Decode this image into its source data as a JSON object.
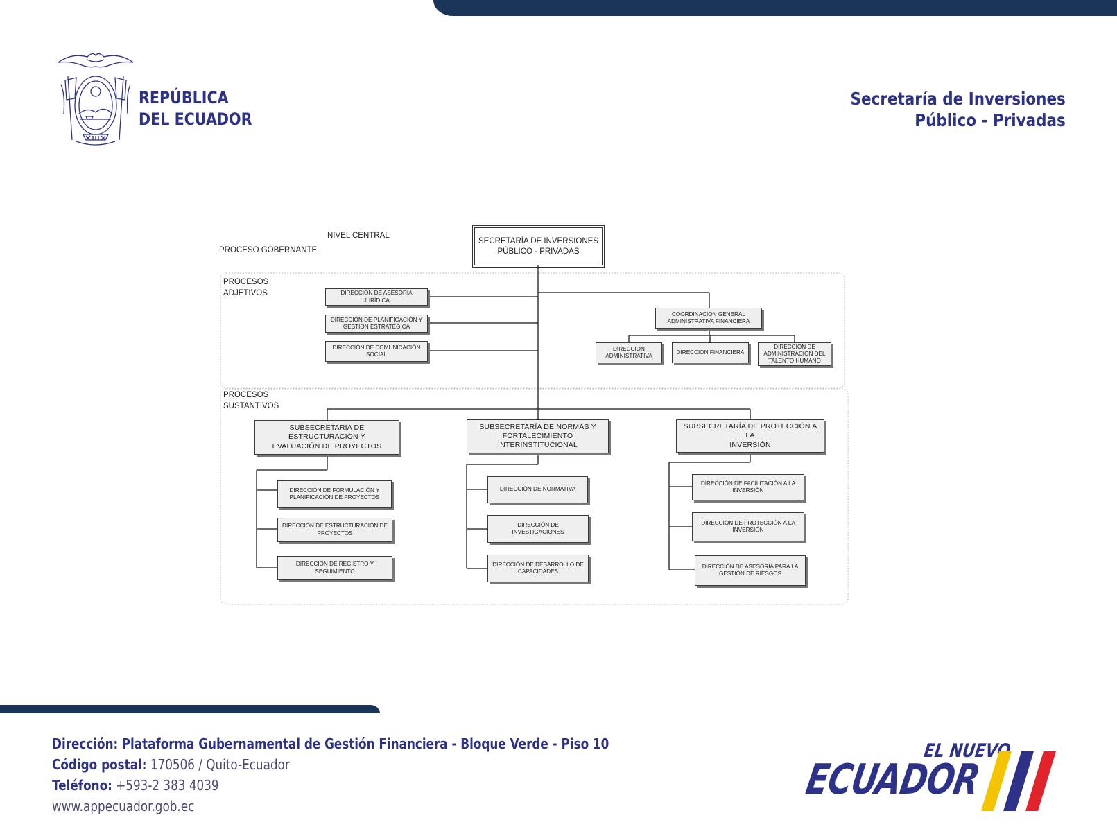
{
  "header": {
    "country_line1": "REPÚBLICA",
    "country_line2": "DEL ECUADOR",
    "institution_line1": "Secretaría de Inversiones",
    "institution_line2": "Público - Privadas"
  },
  "orgchart": {
    "nivel_central": "NIVEL CENTRAL",
    "proceso_gobernante": "PROCESO GOBERNANTE",
    "procesos_adjetivos": [
      "PROCESOS",
      "ADJETIVOS"
    ],
    "procesos_sustantivos": [
      "PROCESOS",
      "SUSTANTIVOS"
    ],
    "root": [
      "SECRETARÍA DE INVERSIONES",
      "PÚBLICO - PRIVADAS"
    ],
    "adjetivos": {
      "asesoria_juridica": "DIRECCIÓN DE ASESORÍA JURÍDICA",
      "planificacion": [
        "DIRECCIÓN DE PLANIFICACIÓN Y",
        "GESTIÓN ESTRATÉGICA"
      ],
      "comunicacion": [
        "DIRECCIÓN DE COMUNICACIÓN",
        "SOCIAL"
      ],
      "coordinacion": [
        "COORDINACION GENERAL",
        "ADMINISTRATIVA FINANCIERA"
      ],
      "administrativa": [
        "DIRECCION",
        "ADMINISTRATIVA"
      ],
      "financiera": "DIRECCION FINANCIERA",
      "talento_humano": [
        "DIRECCION DE",
        "ADMINISTRACION DEL",
        "TALENTO HUMANO"
      ]
    },
    "sustantivos": {
      "sub_estructuracion": [
        "SUBSECRETARÍA DE ESTRUCTURACIÓN Y",
        "EVALUACIÓN DE PROYECTOS"
      ],
      "sub_normas": [
        "SUBSECRETARÍA DE NORMAS Y",
        "FORTALECIMIENTO INTERINSTITUCIONAL"
      ],
      "sub_proteccion": [
        "SUBSECRETARÍA DE PROTECCIÓN A LA",
        "INVERSIÓN"
      ],
      "formulacion": [
        "DIRECCIÓN DE FORMULACIÓN Y",
        "PLANIFICACIÓN DE PROYECTOS"
      ],
      "estructuracion": [
        "DIRECCIÓN DE ESTRUCTURACIÓN DE",
        "PROYECTOS"
      ],
      "registro": "DIRECCIÓN DE REGISTRO Y SEGUIMIENTO",
      "normativa": "DIRECCIÓN DE NORMATIVA",
      "investigaciones": "DIRECCIÓN DE INVESTIGACIONES",
      "desarrollo": [
        "DIRECCIÓN DE DESARROLLO DE",
        "CAPACIDADES"
      ],
      "facilitacion": [
        "DIRECCIÓN DE FACILITACIÓN A LA",
        "INVERSIÓN"
      ],
      "proteccion": [
        "DIRECCIÓN DE PROTECCIÓN A LA",
        "INVERSIÓN"
      ],
      "riesgos": [
        "DIRECCIÓN DE ASESORÍA PARA LA",
        "GESTIÓN DE RIESGOS"
      ]
    }
  },
  "footer": {
    "direccion_label": "Dirección:",
    "direccion_value": "Plataforma Gubernamental de Gestión Financiera - Bloque Verde - Piso 10",
    "postal_label": "Código postal:",
    "postal_value": "170506 / Quito-Ecuador",
    "telefono_label": "Teléfono:",
    "telefono_value": "+593-2 383 4039",
    "website": "www.appecuador.gob.ec"
  },
  "brand": {
    "logo_small": "EL NUEVO",
    "logo_big": "ECUADOR",
    "stripe_colors": [
      "#f5c400",
      "#2d3288",
      "#e0242b"
    ],
    "accent_navy": "#1b3558",
    "text_blue": "#2d3288"
  }
}
